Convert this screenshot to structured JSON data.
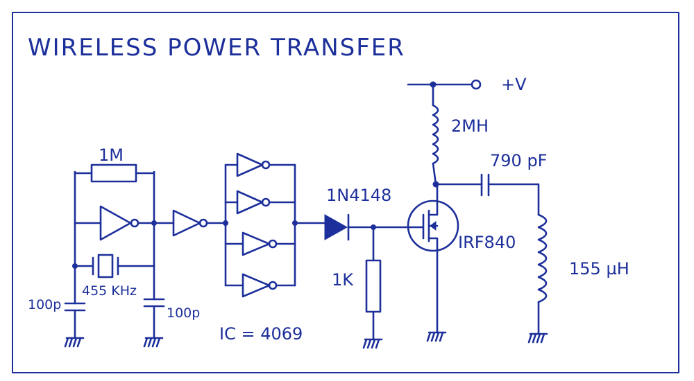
{
  "title": "WIRELESS POWER TRANSFER",
  "colors": {
    "ink": "#1c2f9a",
    "paper": "#ffffff"
  },
  "labels": {
    "supply": "+V",
    "choke": "2MH",
    "series_cap": "790 pF",
    "mosfet": "IRF840",
    "coil": "155 µH",
    "diode": "1N4148",
    "resistor_1k": "1K",
    "feedback_resistor": "1M",
    "crystal": "455 KHz",
    "cap_left": "100p",
    "cap_right": "100p",
    "ic": "IC = 4069"
  }
}
